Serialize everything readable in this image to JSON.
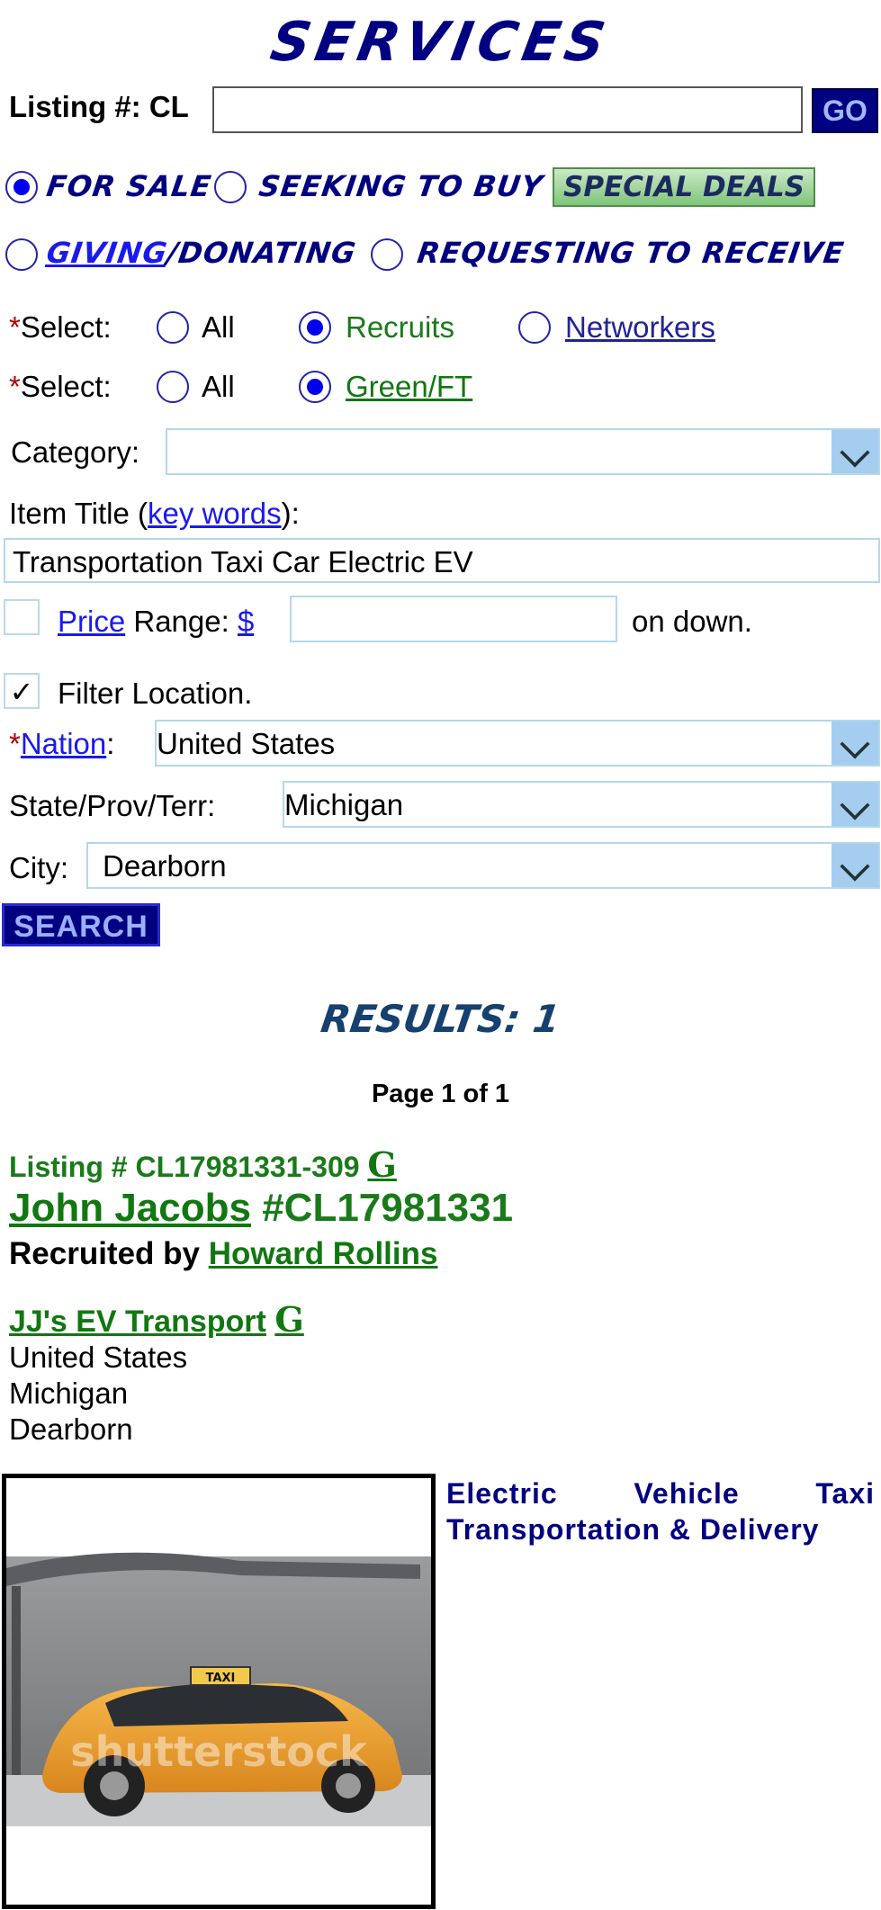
{
  "page": {
    "title": "SERVICES"
  },
  "listing_search": {
    "label": "Listing #: CL",
    "value": "",
    "go_label": "GO"
  },
  "options": {
    "for_sale": "FOR SALE",
    "seeking_to_buy": "SEEKING TO BUY",
    "special_deals": "SPECIAL DEALS",
    "giving": "GIVING",
    "donating": "/DONATING",
    "requesting": "REQUESTING TO RECEIVE",
    "selected": "for_sale"
  },
  "select1": {
    "asterisk": "*",
    "label": "Select:",
    "all": "All",
    "recruits": "Recruits",
    "networkers": "Networkers",
    "selected": "recruits"
  },
  "select2": {
    "asterisk": "*",
    "label": "Select:",
    "all": "All",
    "green": "Green/FT",
    "selected": "green"
  },
  "category": {
    "label": "Category:",
    "value": ""
  },
  "item_title": {
    "label_pre": "Item Title (",
    "label_link": "key words",
    "label_post": "):",
    "value": "Transportation Taxi Car Electric EV"
  },
  "price": {
    "checked": false,
    "link": "Price",
    "range_label": " Range: ",
    "currency_link": "$",
    "value": "",
    "suffix": "on down."
  },
  "filter_location": {
    "checked": true,
    "check_glyph": "✓",
    "label": "Filter Location."
  },
  "nation": {
    "asterisk": "*",
    "label_link": "Nation",
    "colon": ":",
    "value": "United States"
  },
  "state": {
    "label": "State/Prov/Terr:",
    "value": "Michigan"
  },
  "city": {
    "label": "City:",
    "value": "Dearborn"
  },
  "search_label": "SEARCH",
  "results": {
    "heading": "RESULTS: 1",
    "page_info": "Page 1 of 1",
    "listing_number": "Listing # CL17981331-309",
    "g_icon": "G",
    "name": "John Jacobs",
    "name_id": " #CL17981331",
    "recruited_by_label": "Recruited by ",
    "recruiter": "Howard Rollins",
    "business": "JJ's EV Transport",
    "country": "United States",
    "state": "Michigan",
    "city": "Dearborn",
    "description": "Electric Vehicle Taxi Transportation & Delivery",
    "photo_sign": "TAXI",
    "photo_watermark": "shutterstock"
  },
  "colors": {
    "navy": "#000080",
    "green": "#1a7a1a",
    "link_blue": "#1a1aee",
    "taxi_orange": "#f0a030"
  }
}
